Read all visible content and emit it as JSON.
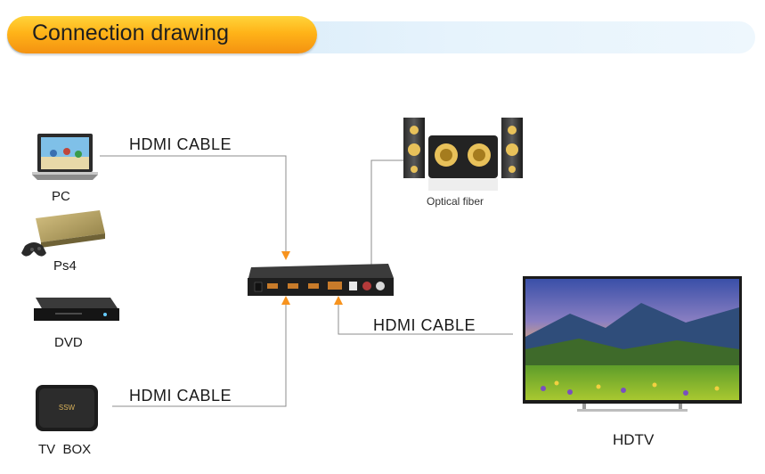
{
  "header": {
    "title": "Connection drawing"
  },
  "cables": {
    "pc_cable": "HDMI CABLE",
    "tvbox_cable": "HDMI CABLE",
    "hdtv_cable": "HDMI CABLE"
  },
  "devices": {
    "pc": "PC",
    "ps4": "Ps4",
    "dvd": "DVD",
    "tvbox": "TV  BOX",
    "hdtv": "HDTV",
    "speakers": "Optical fiber",
    "tvbox_logo": "SSW"
  },
  "colors": {
    "arrow": "#f7931e",
    "line": "#8c8c8c",
    "banner": "#f9a11b"
  }
}
